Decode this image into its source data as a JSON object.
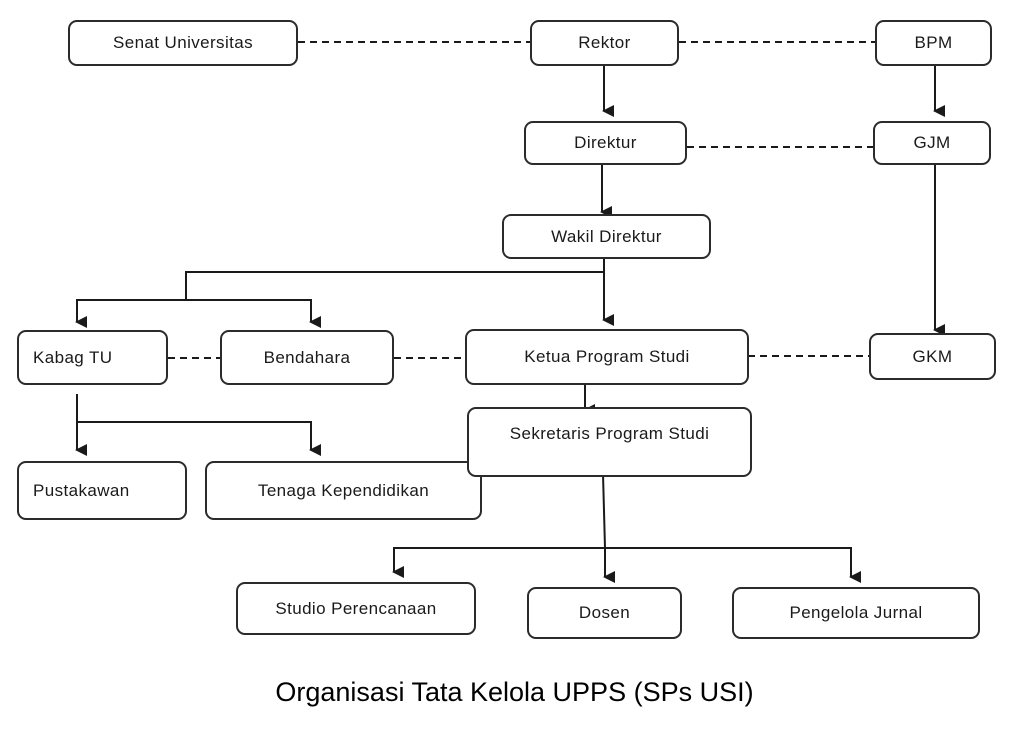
{
  "diagram": {
    "title": "Organisasi Tata Kelola UPPS (SPs USI)",
    "line_color": "#1a1a1a",
    "nodes": [
      {
        "id": "senat",
        "label": "Senat Universitas"
      },
      {
        "id": "rektor",
        "label": "Rektor"
      },
      {
        "id": "bpm",
        "label": "BPM"
      },
      {
        "id": "direktur",
        "label": "Direktur"
      },
      {
        "id": "gjm",
        "label": "GJM"
      },
      {
        "id": "wakil",
        "label": "Wakil Direktur"
      },
      {
        "id": "kabag",
        "label": "Kabag TU"
      },
      {
        "id": "bendahara",
        "label": "Bendahara"
      },
      {
        "id": "kaprodi",
        "label": "Ketua Program Studi"
      },
      {
        "id": "gkm",
        "label": "GKM"
      },
      {
        "id": "sekprodi",
        "label": "Sekretaris Program Studi"
      },
      {
        "id": "pustakawan",
        "label": "Pustakawan"
      },
      {
        "id": "tendik",
        "label": "Tenaga Kependidikan"
      },
      {
        "id": "studio",
        "label": "Studio Perencanaan"
      },
      {
        "id": "dosen",
        "label": "Dosen"
      },
      {
        "id": "jurnal",
        "label": "Pengelola Jurnal"
      }
    ],
    "hierarchy_edges": [
      {
        "from": "rektor",
        "to": "direktur"
      },
      {
        "from": "bpm",
        "to": "gjm"
      },
      {
        "from": "direktur",
        "to": "wakil"
      },
      {
        "from": "gjm",
        "to": "gkm"
      },
      {
        "from": "wakil",
        "to": "kabag"
      },
      {
        "from": "wakil",
        "to": "bendahara"
      },
      {
        "from": "wakil",
        "to": "kaprodi"
      },
      {
        "from": "kaprodi",
        "to": "sekprodi"
      },
      {
        "from": "kabag",
        "to": "pustakawan"
      },
      {
        "from": "kabag",
        "to": "tendik"
      },
      {
        "from": "sekprodi",
        "to": "studio"
      },
      {
        "from": "sekprodi",
        "to": "dosen"
      },
      {
        "from": "sekprodi",
        "to": "jurnal"
      }
    ],
    "coordination_edges": [
      {
        "from": "senat",
        "to": "rektor"
      },
      {
        "from": "rektor",
        "to": "bpm"
      },
      {
        "from": "direktur",
        "to": "gjm"
      },
      {
        "from": "kabag",
        "to": "bendahara"
      },
      {
        "from": "bendahara",
        "to": "kaprodi"
      },
      {
        "from": "kaprodi",
        "to": "gkm"
      }
    ]
  }
}
